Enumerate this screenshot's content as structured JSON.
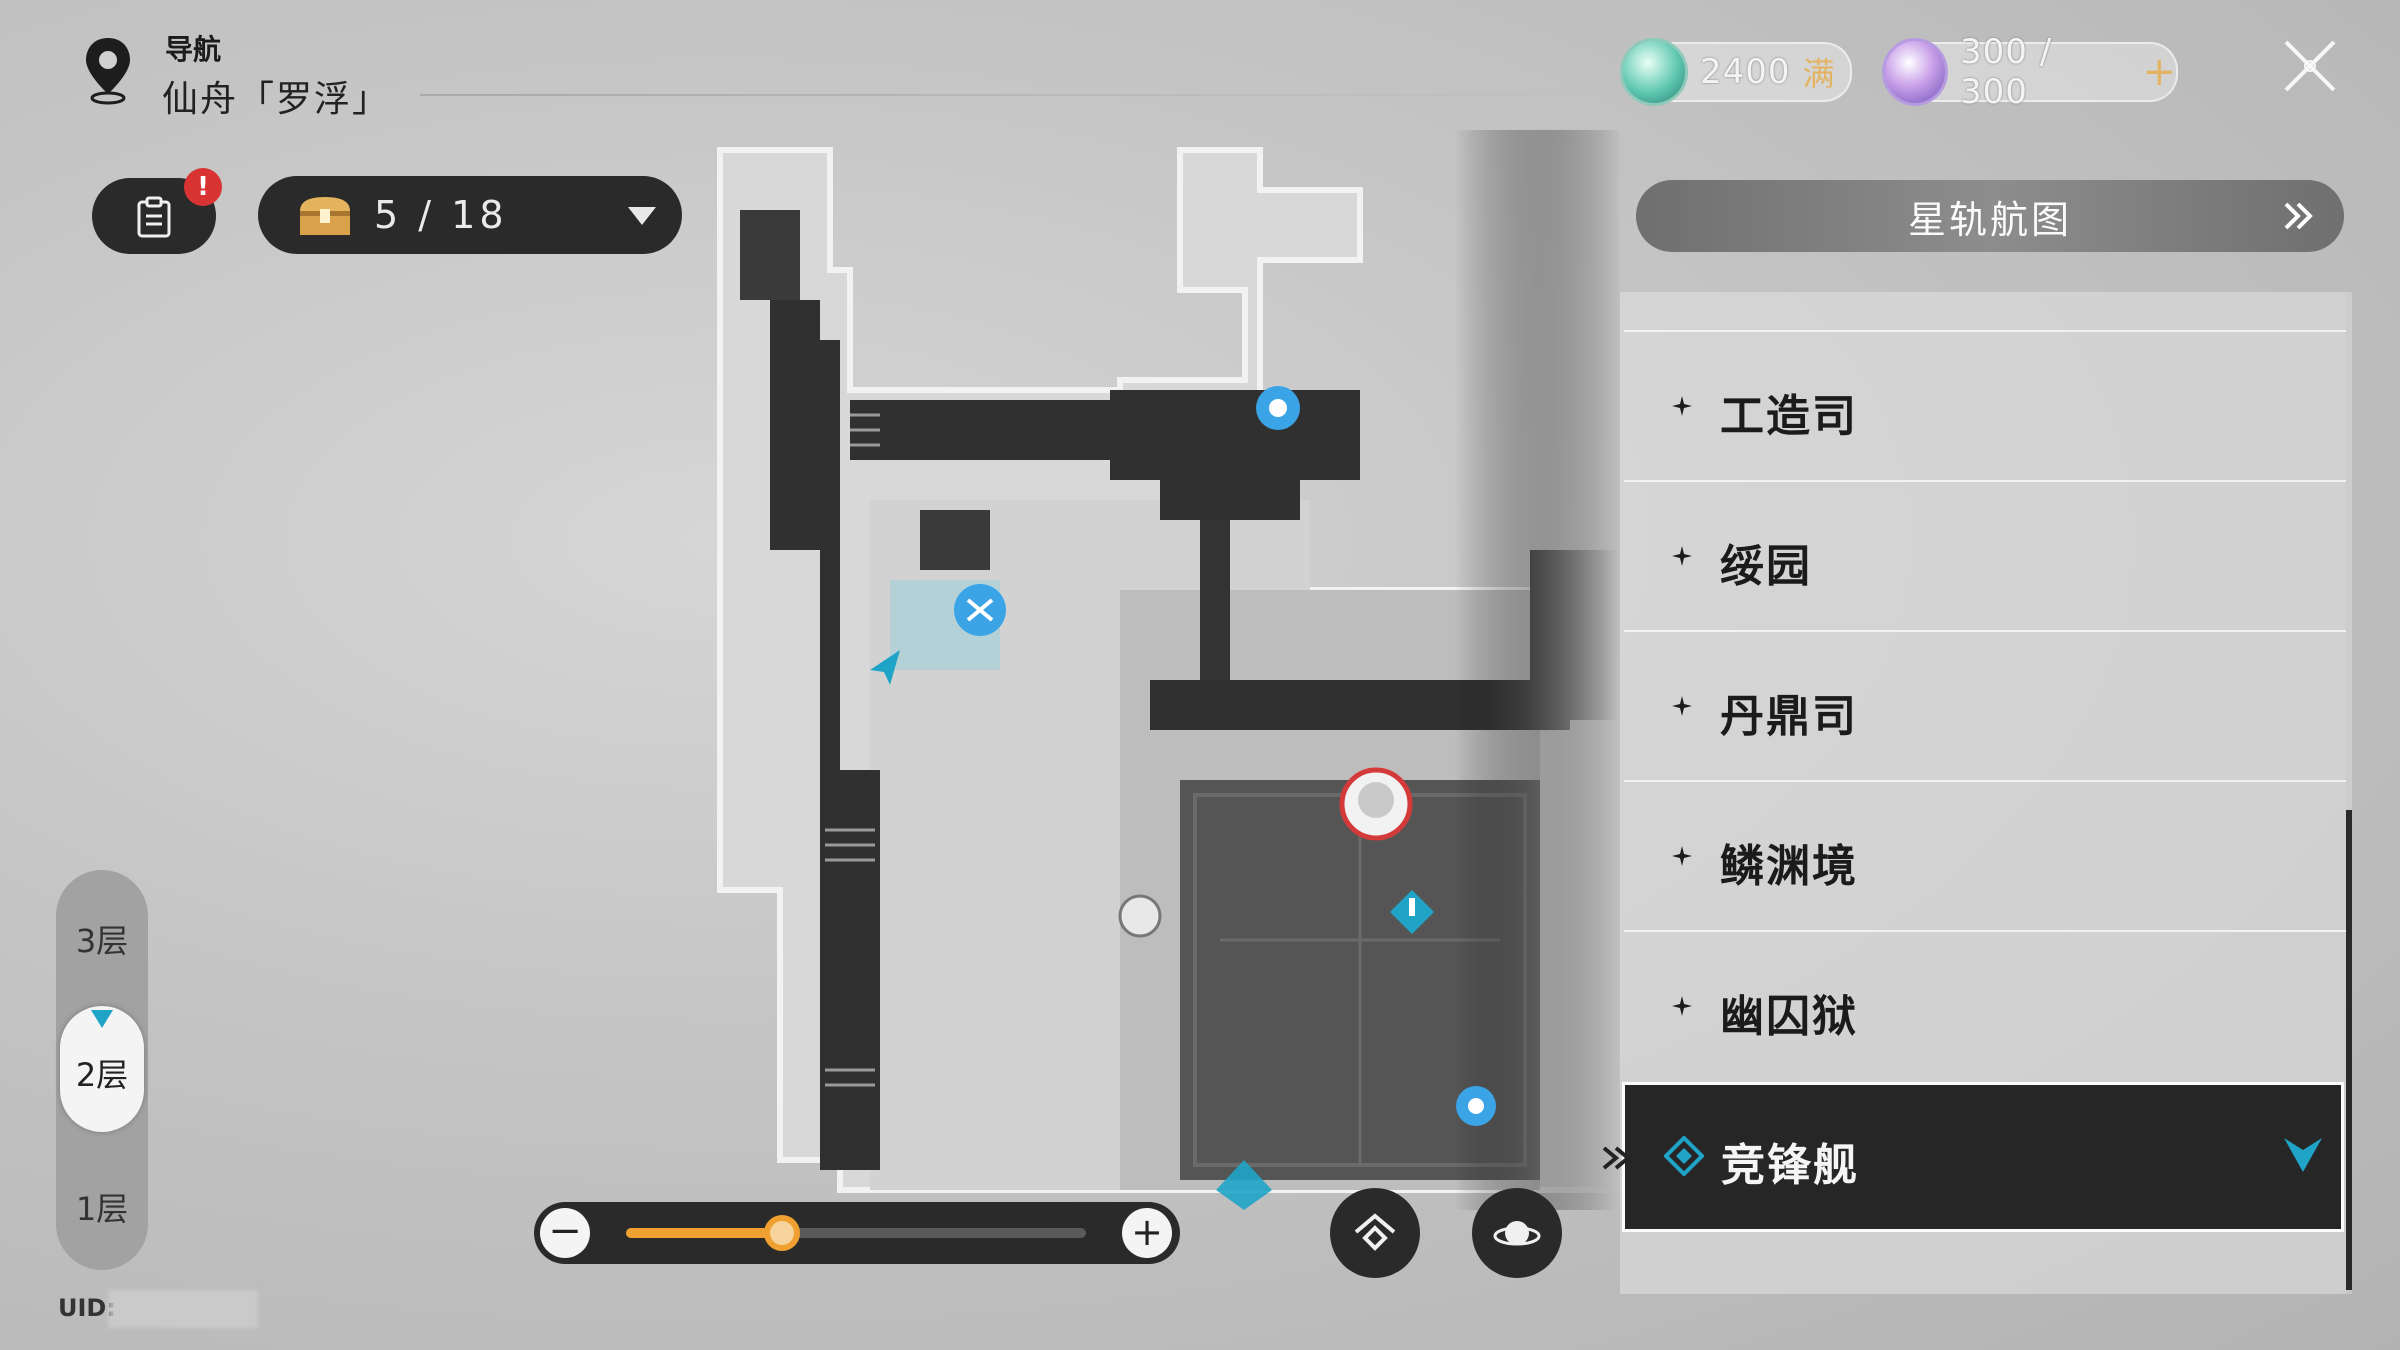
{
  "header": {
    "nav_label": "导航",
    "world_name": "仙舟「罗浮」"
  },
  "mission": {
    "alert": "!"
  },
  "chest": {
    "count": "5 / 18"
  },
  "currencies": [
    {
      "icon": "trailblaze-power-icon",
      "value": "2400",
      "badge": "满"
    },
    {
      "icon": "reserved-power-icon",
      "value": "300 / 300",
      "badge": "+"
    }
  ],
  "star_rail_map": {
    "label": "星轨航图"
  },
  "areas": [
    {
      "name": "工造司",
      "selected": false
    },
    {
      "name": "绥园",
      "selected": false
    },
    {
      "name": "丹鼎司",
      "selected": false
    },
    {
      "name": "鳞渊境",
      "selected": false
    },
    {
      "name": "幽囚狱",
      "selected": false
    },
    {
      "name": "竞锋舰",
      "selected": true
    }
  ],
  "floors": {
    "items": [
      "3层",
      "2层",
      "1层"
    ],
    "current": "2层"
  },
  "zoom": {
    "minus": "−",
    "plus": "+",
    "level": 0.34
  },
  "uid": {
    "label": "UID:"
  },
  "colors": {
    "accent_cyan": "#1fa4c8",
    "zoom_orange": "#f0a030",
    "badge_gold": "#e2b462",
    "panel_dark": "#262626",
    "alert_red": "#d83434"
  }
}
